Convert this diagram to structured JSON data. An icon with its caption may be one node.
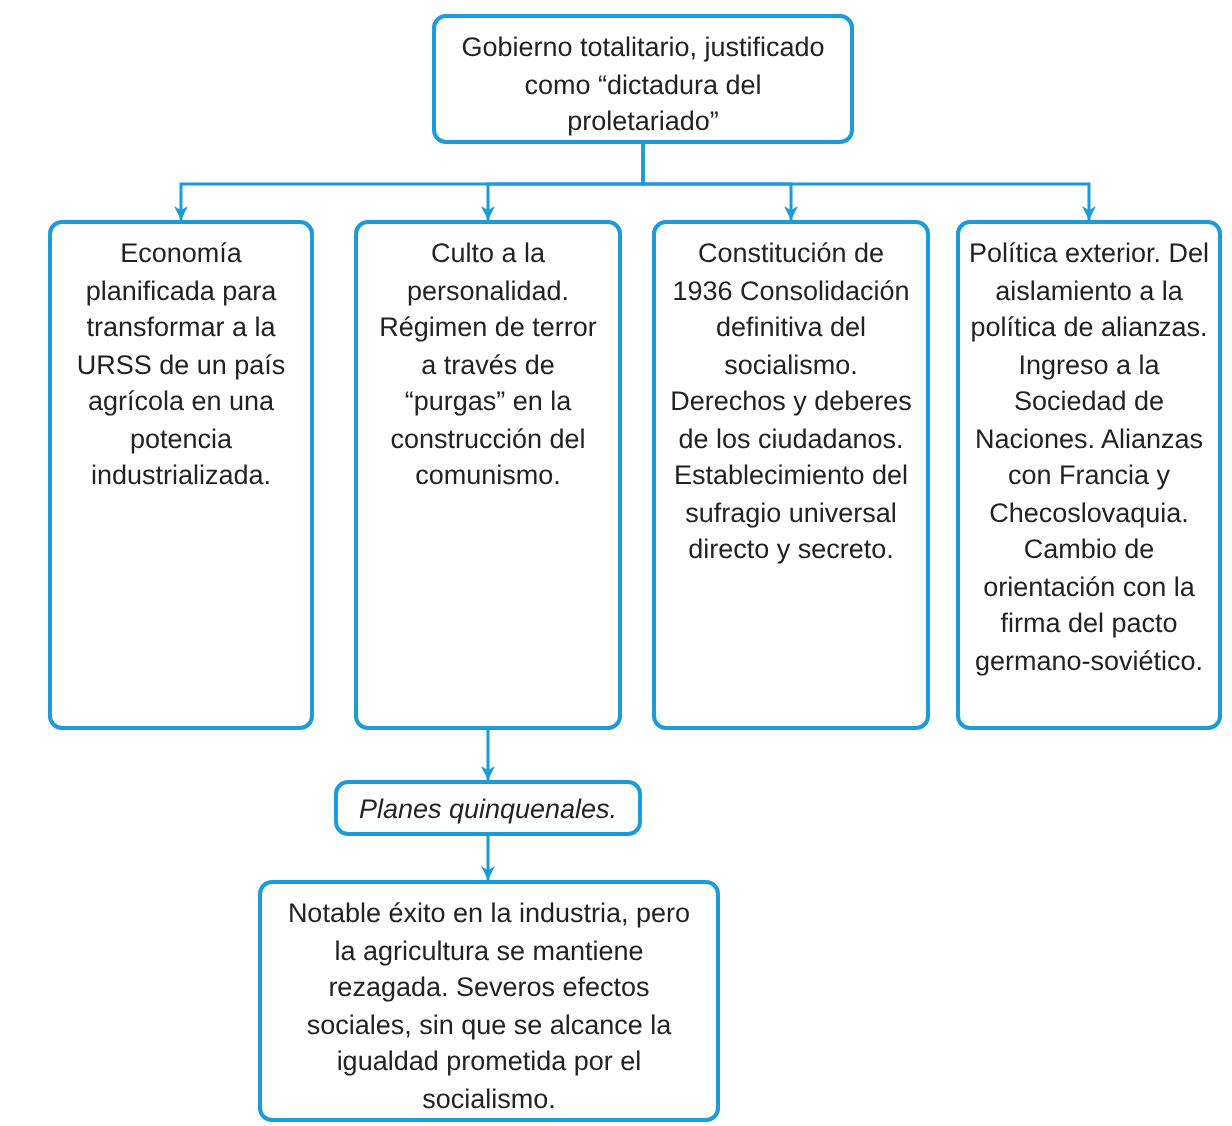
{
  "diagram": {
    "nodes": [
      {
        "text": [
          "Gobierno totalitario, justificado como “dictadura del proletariado”"
        ]
      },
      {
        "text": [
          "Economía planificada para transformar a la URSS de un país agrícola en una potencia industrializada."
        ]
      },
      {
        "text": [
          "Culto a la personalidad. Régimen de terror a través de “purgas” en la construcción del comunismo."
        ]
      },
      {
        "text": [
          "Constitución de 1936 Consolidación definitiva del socialismo. Derechos y deberes de los ciudadanos. Establecimiento del sufragio universal directo y secreto."
        ]
      },
      {
        "text": [
          "Política exterior. Del aislamiento a la política de alianzas. Ingreso a la Sociedad de Naciones. Alianzas con Francia y Checoslovaquia. Cambio de orientación con la firma del pacto germano-soviético."
        ]
      },
      {
        "text": [
          "Planes quinquenales."
        ]
      },
      {
        "text": [
          "Notable éxito en la industria, pero la agricultura se mantiene rezagada. Severos efectos sociales, sin que se alcance la igualdad prometida por el socialismo."
        ]
      }
    ],
    "edges": [
      {
        "from": 0,
        "to": 1,
        "arrow": "to"
      },
      {
        "from": 0,
        "to": 2,
        "arrow": "to"
      },
      {
        "from": 0,
        "to": 3,
        "arrow": "to"
      },
      {
        "from": 0,
        "to": 4,
        "arrow": "to"
      },
      {
        "from": 2,
        "to": 5,
        "arrow": "to"
      },
      {
        "from": 5,
        "to": 6,
        "arrow": "to"
      }
    ]
  }
}
